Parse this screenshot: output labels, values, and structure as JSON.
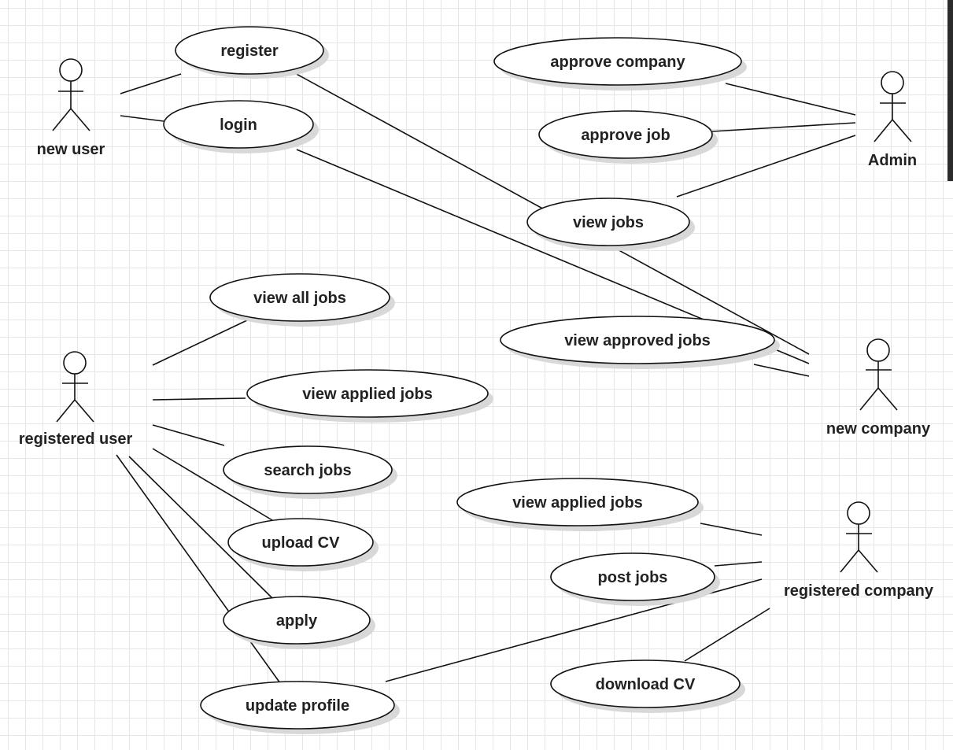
{
  "colors": {
    "line": "#111111",
    "ellipse_fill": "#ffffff",
    "shadow": "#d8d8d8",
    "grid": "#e6e6e6"
  },
  "actors": {
    "new_user": "new user",
    "admin": "Admin",
    "registered_user": "registered user",
    "new_company": "new company",
    "registered_company": "registered company"
  },
  "use_cases": {
    "register": "register",
    "login": "login",
    "approve_company": "approve company",
    "approve_job": "approve job",
    "view_jobs": "view jobs",
    "view_all_jobs": "view all jobs",
    "view_approved_jobs": "view approved jobs",
    "view_applied_jobs_user": "view applied jobs",
    "search_jobs": "search jobs",
    "upload_cv": "upload CV",
    "apply": "apply",
    "update_profile": "update profile",
    "view_applied_jobs_company": "view applied jobs",
    "post_jobs": "post jobs",
    "download_cv": "download CV"
  }
}
